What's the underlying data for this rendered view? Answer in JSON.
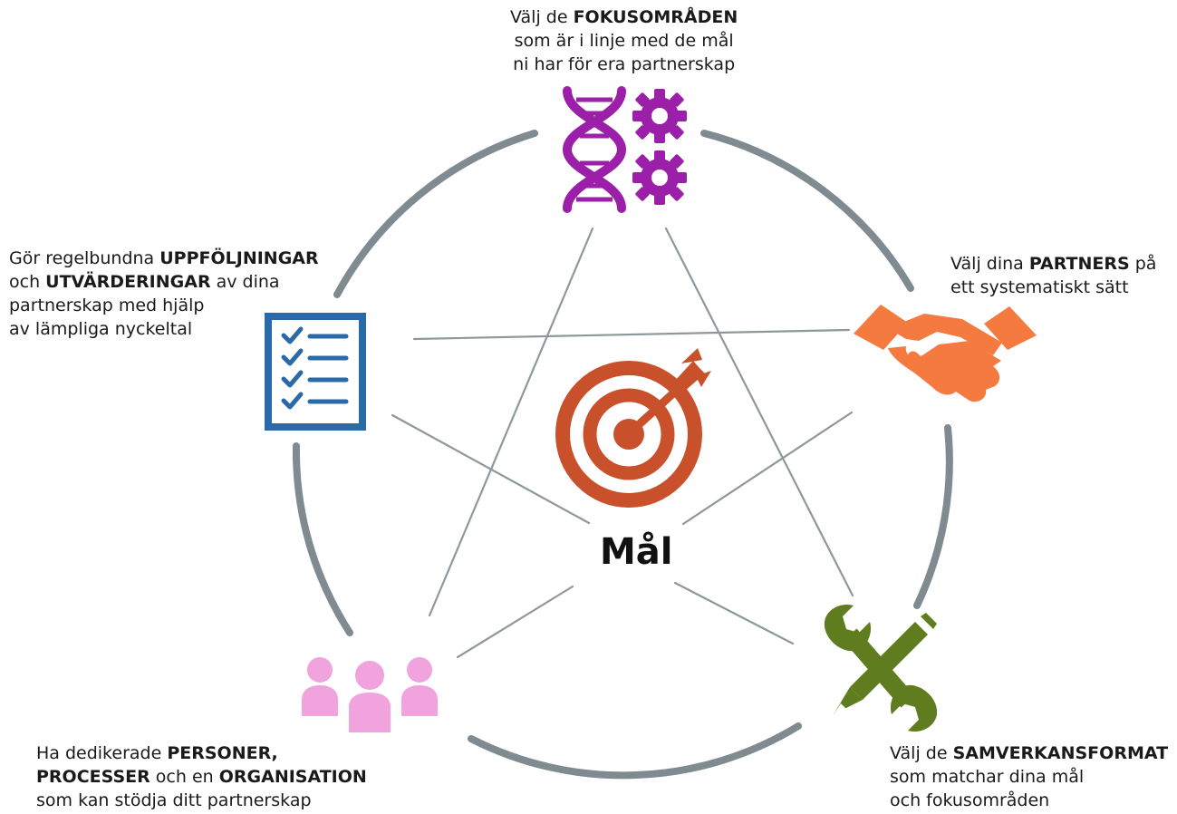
{
  "center": {
    "label": "Mål",
    "icon": "target-icon",
    "color": "#c8502a"
  },
  "nodes": {
    "focus": {
      "icon": "dna-gears-icon",
      "color": "#9b1fa8",
      "text_before": "Välj de ",
      "bold": "FOKUSOMRÅDEN",
      "line2": "som är i linje med de mål",
      "line3": "ni har för era partnerskap"
    },
    "partners": {
      "icon": "handshake-icon",
      "color": "#f47a3f",
      "text_before": "Välj dina ",
      "bold": "PARTNERS",
      "text_after": " på",
      "line2": "ett systematiskt sätt"
    },
    "format": {
      "icon": "wrench-pencil-icon",
      "color": "#5f7d1e",
      "text_before": "Välj de ",
      "bold": "SAMVERKANSFORMAT",
      "line2": "som matchar dina mål",
      "line3": "och fokusområden"
    },
    "people": {
      "icon": "people-icon",
      "color": "#f0a3dc",
      "l1_before": "Ha dedikerade ",
      "l1_bold": "PERSONER,",
      "l2_bold1": "PROCESSER",
      "l2_mid": " och en ",
      "l2_bold2": "ORGANISATION",
      "line3": "som kan stödja ditt partnerskap"
    },
    "followup": {
      "icon": "checklist-icon",
      "color": "#2b6aa8",
      "l1_before": "Gör regelbundna ",
      "l1_bold": "UPPFÖLJNINGAR",
      "l2_before": "och ",
      "l2_bold": "UTVÄRDERINGAR",
      "l2_after": " av dina",
      "line3": "partnerskap med hjälp",
      "line4": "av lämpliga nyckeltal"
    }
  },
  "colors": {
    "circle": "#7f8a91",
    "lines": "#8e979c"
  }
}
